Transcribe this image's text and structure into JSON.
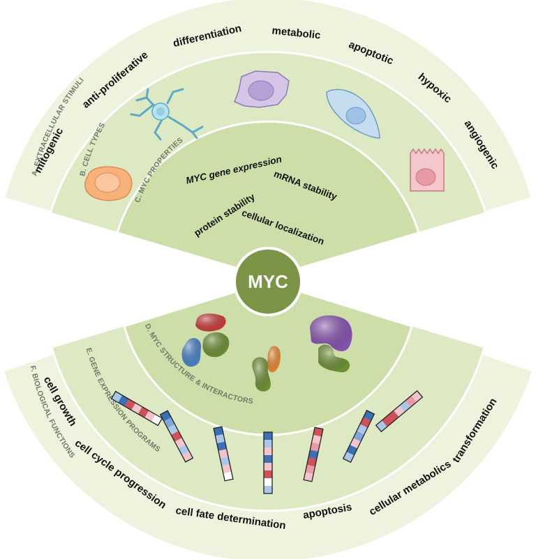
{
  "center_label": "MYC",
  "upper": {
    "ring_a": {
      "title": "A. EXTRACELLULAR STIMULI",
      "items": [
        "mitogenic",
        "anti-proliferative",
        "differentiation",
        "metabolic",
        "apoptotic",
        "hypoxic",
        "angiogenic"
      ]
    },
    "ring_b": {
      "title": "B. CELL TYPES"
    },
    "ring_c": {
      "title": "C. MYC PROPERTIES",
      "items": [
        "MYC gene expression",
        "mRNA stability",
        "protein stability",
        "cellular localization"
      ]
    }
  },
  "lower": {
    "ring_d": {
      "title": "D. MYC STRUCTURE & INTERACTORS"
    },
    "ring_e": {
      "title": "E. GENE EXPRESSION PROGRAMS"
    },
    "ring_f": {
      "title": "F. BIOLOGICAL FUNCTIONS",
      "items": [
        "cell growth",
        "cell cycle progression",
        "cell fate determination",
        "apoptosis",
        "cellular metabolics",
        "transformation"
      ]
    }
  },
  "colors": {
    "outer_ring": "#eef3de",
    "middle_ring": "#dde9c3",
    "inner_ring": "#cddea8",
    "center": "#7b9446"
  }
}
